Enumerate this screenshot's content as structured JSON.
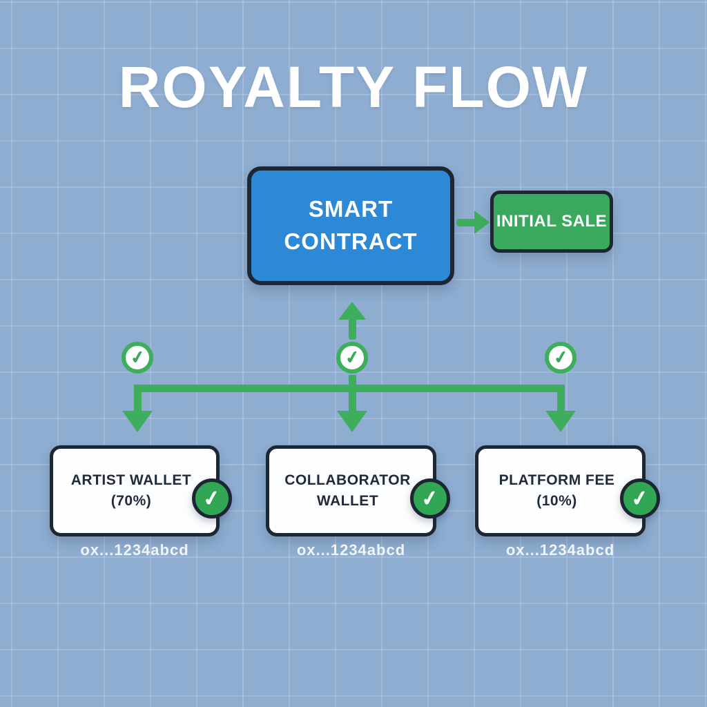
{
  "title": "ROYALTY FLOW",
  "diagram": {
    "smart_contract": {
      "line1": "SMART",
      "line2": "CONTRACT"
    },
    "initial_sale": {
      "label": "INITIAL SALE"
    },
    "wallets": [
      {
        "line1": "ARTIST WALLET",
        "line2": "(70%)",
        "address": "ox...1234abcd"
      },
      {
        "line1": "COLLABORATOR",
        "line2": "WALLET",
        "address": "ox...1234abcd"
      },
      {
        "line1": "PLATFORM FEE",
        "line2": "(10%)",
        "address": "ox...1234abcd"
      }
    ],
    "check_glyph": "✓"
  },
  "colors": {
    "background": "#8eadd0",
    "grid_line": "#a5bedb",
    "contract_blue": "#2d89d6",
    "flow_green": "#3fae5c",
    "sale_green": "#3aa85d",
    "badge_green": "#31a654",
    "outline_dark": "#1d2733",
    "node_white": "#fcfdfe",
    "text_dark": "#1d2b3a",
    "text_white": "#ffffff"
  }
}
